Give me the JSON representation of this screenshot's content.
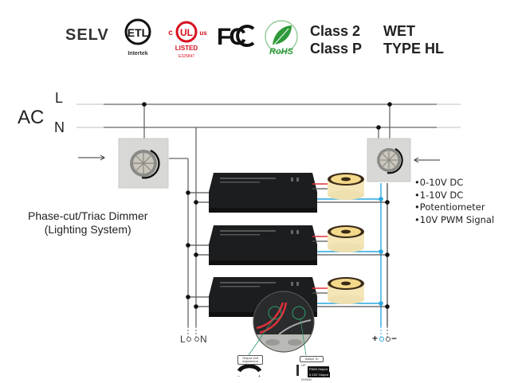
{
  "certifications": {
    "selv": "SELV",
    "etl_mark": "ETL",
    "etl_sub": "Intertek",
    "ul_mark": "UL",
    "ul_c": "c",
    "ul_us": "us",
    "ul_listed": "LISTED",
    "ul_file": "E325847",
    "fcc": "FC",
    "rohs": "RoHS",
    "class_2": "Class 2",
    "class_p": "Class P",
    "wet": "WET",
    "type_hl": "TYPE HL"
  },
  "power": {
    "ac_label": "AC",
    "line_label": "L",
    "neutral_label": "N"
  },
  "dimmers": {
    "phase_caption_line1": "Phase-cut/Triac Dimmer",
    "phase_caption_line2": "(Lighting System)",
    "signal_options": [
      "0-10V DC",
      "1-10V DC",
      "Potentiometer",
      "10V PWM Signal"
    ]
  },
  "terminals": {
    "left_l": "L",
    "left_n": "N",
    "right_plus": "+",
    "right_minus": "−"
  },
  "callouts": {
    "volt_adjust_line1": "Output Volt",
    "volt_adjust_line2": "Adjustment",
    "switch_to": "Switch To",
    "switch_up": "UP",
    "switch_down": "DOWN",
    "pwm_output": "PWM Output",
    "analog_output": "0-10V Output",
    "knob_min": "−",
    "knob_max": "+"
  },
  "colors": {
    "wire_gray": "#555555",
    "wire_blue": "#2aa7e0",
    "wire_red": "#e0303a",
    "driver_body": "#1c1d1f",
    "led_warm": "#f5e6b8",
    "ul_red": "#d8101e",
    "rohs_green": "#2e9a3a"
  }
}
